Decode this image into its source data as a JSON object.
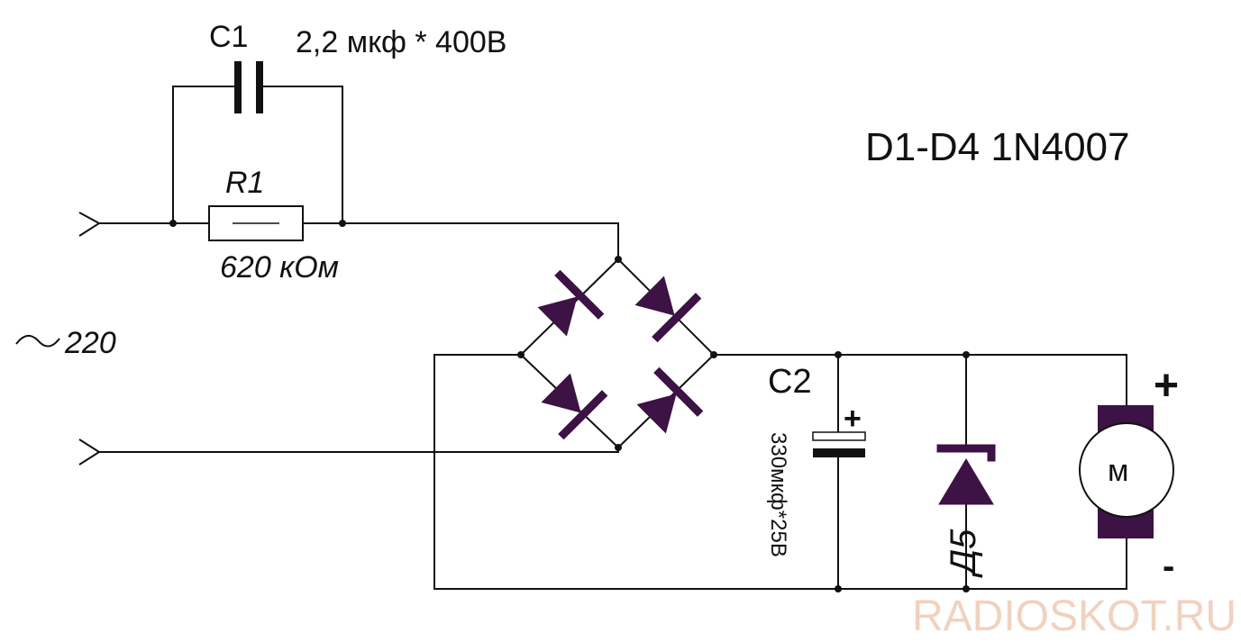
{
  "labels": {
    "c1_name": "C1",
    "c1_value": "2,2 мкф * 400В",
    "r1_name": "R1",
    "r1_value": "620 кОм",
    "mains": "220",
    "diodes_note": "D1-D4  1N4007",
    "c2_name": "C2",
    "c2_value": "330мкф*25В",
    "c2_plus": "+",
    "d5_name": "Д5",
    "motor_name": "м",
    "motor_plus": "+",
    "motor_minus": "-",
    "watermark": "RADIOSKOT.RU"
  },
  "colors": {
    "wire": "#111111",
    "diode": "#3d1244",
    "watermark": "#f0d2bf",
    "motor_body": "#ffffff"
  }
}
